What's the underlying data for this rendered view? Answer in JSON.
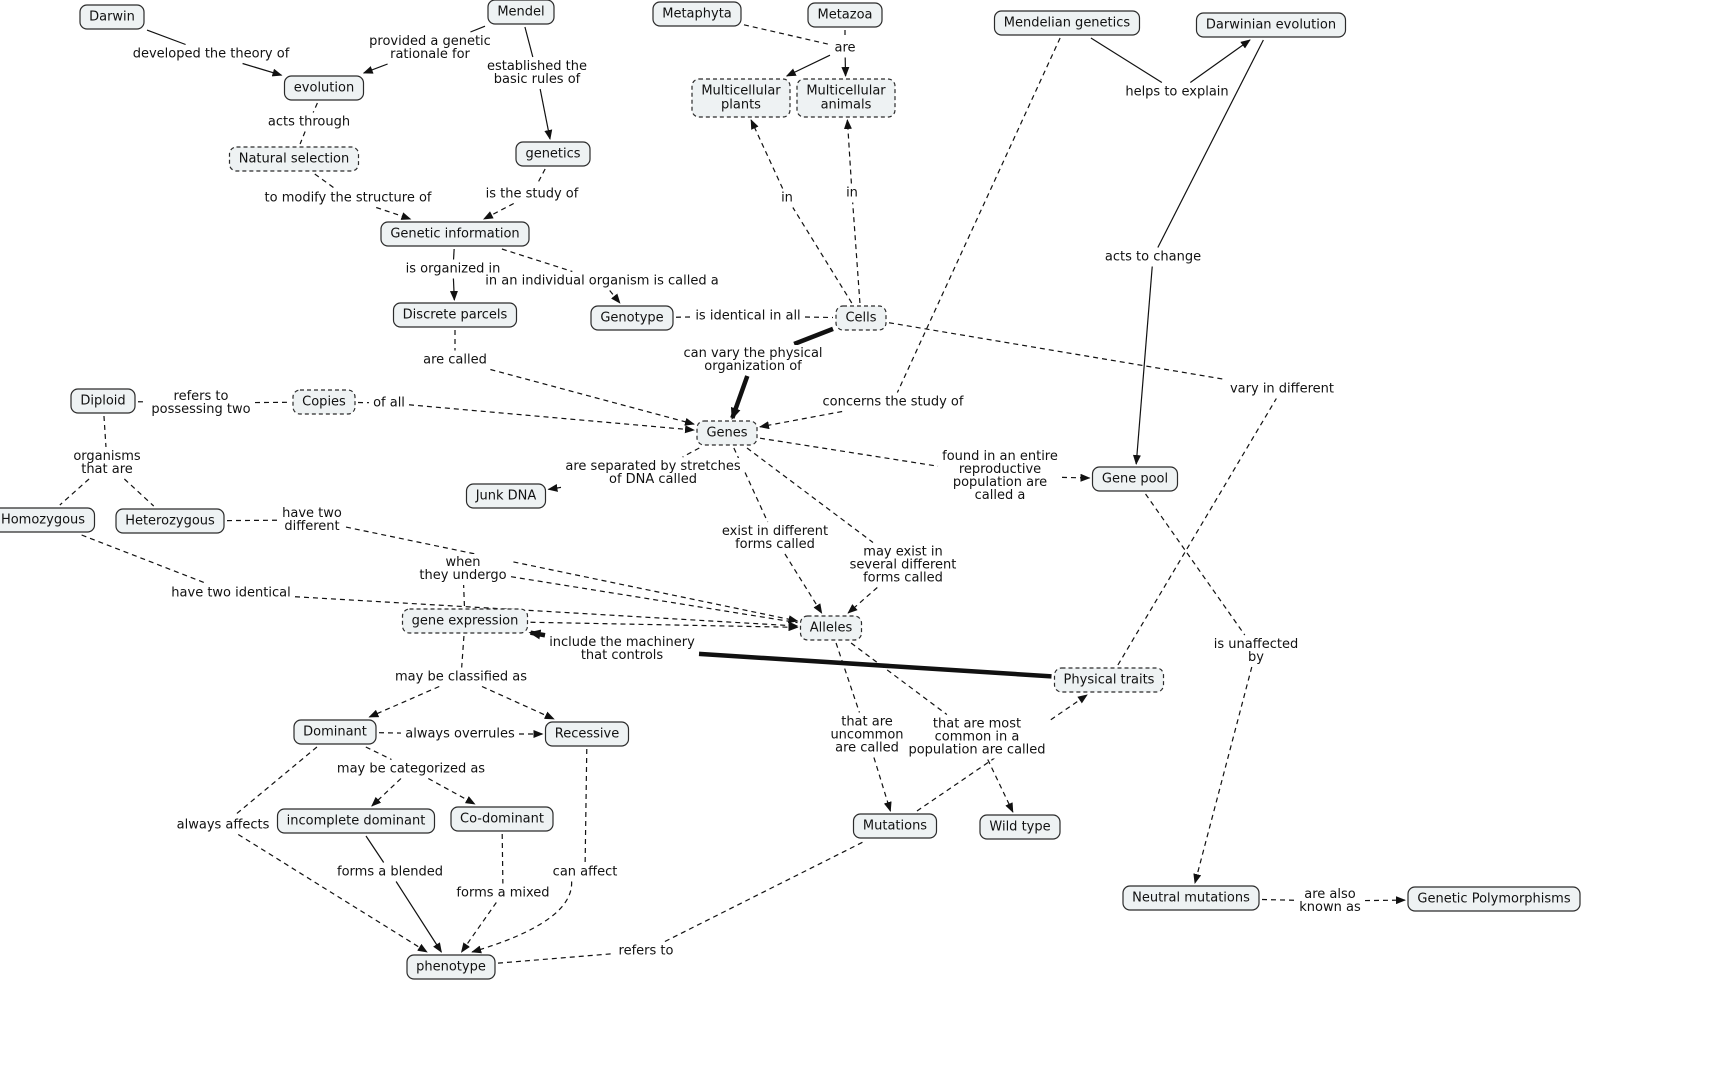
{
  "concept_map": {
    "nodes": [
      {
        "id": "darwin",
        "lines": [
          "Darwin"
        ]
      },
      {
        "id": "mendel",
        "lines": [
          "Mendel"
        ]
      },
      {
        "id": "metaphyta",
        "lines": [
          "Metaphyta"
        ]
      },
      {
        "id": "metazoa",
        "lines": [
          "Metazoa"
        ]
      },
      {
        "id": "mendelian",
        "lines": [
          "Mendelian genetics"
        ]
      },
      {
        "id": "darwinian",
        "lines": [
          "Darwinian evolution"
        ]
      },
      {
        "id": "evolution",
        "lines": [
          "evolution"
        ]
      },
      {
        "id": "multi_plants",
        "lines": [
          "Multicellular",
          "plants"
        ],
        "dashed": true
      },
      {
        "id": "multi_animals",
        "lines": [
          "Multicellular",
          "animals"
        ],
        "dashed": true
      },
      {
        "id": "natural_selection",
        "lines": [
          "Natural selection"
        ],
        "dashed": true
      },
      {
        "id": "genetics",
        "lines": [
          "genetics"
        ]
      },
      {
        "id": "genetic_info",
        "lines": [
          "Genetic information"
        ]
      },
      {
        "id": "discrete_parcels",
        "lines": [
          "Discrete parcels"
        ]
      },
      {
        "id": "genotype",
        "lines": [
          "Genotype"
        ]
      },
      {
        "id": "cells",
        "lines": [
          "Cells"
        ],
        "dashed": true
      },
      {
        "id": "diploid",
        "lines": [
          "Diploid"
        ]
      },
      {
        "id": "copies",
        "lines": [
          "Copies"
        ],
        "dashed": true
      },
      {
        "id": "genes",
        "lines": [
          "Genes"
        ],
        "dashed": true
      },
      {
        "id": "junk_dna",
        "lines": [
          "Junk DNA"
        ]
      },
      {
        "id": "gene_pool",
        "lines": [
          "Gene pool"
        ]
      },
      {
        "id": "homozygous",
        "lines": [
          "Homozygous"
        ]
      },
      {
        "id": "heterozygous",
        "lines": [
          "Heterozygous"
        ]
      },
      {
        "id": "gene_expression",
        "lines": [
          "gene expression"
        ],
        "dashed": true
      },
      {
        "id": "alleles",
        "lines": [
          "Alleles"
        ],
        "dashed": true
      },
      {
        "id": "physical_traits",
        "lines": [
          "Physical traits"
        ],
        "dashed": true
      },
      {
        "id": "dominant",
        "lines": [
          "Dominant"
        ]
      },
      {
        "id": "recessive",
        "lines": [
          "Recessive"
        ]
      },
      {
        "id": "incomplete_dominant",
        "lines": [
          "incomplete dominant"
        ]
      },
      {
        "id": "codominant",
        "lines": [
          "Co-dominant"
        ]
      },
      {
        "id": "mutations",
        "lines": [
          "Mutations"
        ]
      },
      {
        "id": "wild_type",
        "lines": [
          "Wild type"
        ]
      },
      {
        "id": "neutral_mutations",
        "lines": [
          "Neutral mutations"
        ]
      },
      {
        "id": "genetic_polymorphisms",
        "lines": [
          "Genetic Polymorphisms"
        ]
      },
      {
        "id": "phenotype",
        "lines": [
          "phenotype"
        ]
      }
    ],
    "link_labels": [
      {
        "id": "developed_theory",
        "lines": [
          "developed the theory of"
        ]
      },
      {
        "id": "provided_rationale",
        "lines": [
          "provided a genetic",
          "rationale for"
        ]
      },
      {
        "id": "established_rules",
        "lines": [
          "established the",
          "basic rules of"
        ]
      },
      {
        "id": "are",
        "lines": [
          "are"
        ]
      },
      {
        "id": "helps_explain",
        "lines": [
          "helps to explain"
        ]
      },
      {
        "id": "acts_through",
        "lines": [
          "acts through"
        ]
      },
      {
        "id": "in_plants",
        "lines": [
          "in"
        ]
      },
      {
        "id": "in_animals",
        "lines": [
          "in"
        ]
      },
      {
        "id": "to_modify",
        "lines": [
          "to modify the structure of"
        ]
      },
      {
        "id": "is_study_of",
        "lines": [
          "is the study of"
        ]
      },
      {
        "id": "acts_to_change",
        "lines": [
          "acts to change"
        ]
      },
      {
        "id": "is_organized_in",
        "lines": [
          "is organized in"
        ]
      },
      {
        "id": "in_individual",
        "lines": [
          "in an individual organism is called a"
        ]
      },
      {
        "id": "is_identical",
        "lines": [
          "is identical in all"
        ]
      },
      {
        "id": "are_called",
        "lines": [
          "are called"
        ]
      },
      {
        "id": "can_vary",
        "lines": [
          "can vary the physical",
          "organization of"
        ]
      },
      {
        "id": "concerns_study",
        "lines": [
          "concerns the study of"
        ]
      },
      {
        "id": "vary_in_different",
        "lines": [
          "vary in different"
        ]
      },
      {
        "id": "refers_possessing",
        "lines": [
          "refers to",
          "possessing two"
        ]
      },
      {
        "id": "of_all",
        "lines": [
          "of all"
        ]
      },
      {
        "id": "organisms_that_are",
        "lines": [
          "organisms",
          "that are"
        ]
      },
      {
        "id": "separated_by",
        "lines": [
          "are separated by stretches",
          "of DNA called"
        ]
      },
      {
        "id": "found_in_population",
        "lines": [
          "found in an entire",
          "reproductive",
          "population are",
          "called a"
        ]
      },
      {
        "id": "have_two_different",
        "lines": [
          "have two",
          "different"
        ]
      },
      {
        "id": "exist_different",
        "lines": [
          "exist in different",
          "forms called"
        ]
      },
      {
        "id": "may_exist_several",
        "lines": [
          "may exist in",
          "several different",
          "forms called"
        ]
      },
      {
        "id": "when_undergo",
        "lines": [
          "when",
          "they undergo"
        ]
      },
      {
        "id": "have_two_identical",
        "lines": [
          "have two identical"
        ]
      },
      {
        "id": "is_unaffected",
        "lines": [
          "is unaffected",
          "by"
        ]
      },
      {
        "id": "include_machinery",
        "lines": [
          "include the machinery",
          "that controls"
        ]
      },
      {
        "id": "may_be_classified",
        "lines": [
          "may be classified as"
        ]
      },
      {
        "id": "uncommon",
        "lines": [
          "that are",
          "uncommon",
          "are called"
        ]
      },
      {
        "id": "most_common",
        "lines": [
          "that are most",
          "common in a",
          "population are called"
        ]
      },
      {
        "id": "always_overrules",
        "lines": [
          "always overrules"
        ]
      },
      {
        "id": "may_be_categorized",
        "lines": [
          "may be categorized as"
        ]
      },
      {
        "id": "always_affects",
        "lines": [
          "always affects"
        ]
      },
      {
        "id": "forms_blended",
        "lines": [
          "forms a blended"
        ]
      },
      {
        "id": "forms_mixed",
        "lines": [
          "forms a mixed"
        ]
      },
      {
        "id": "can_affect",
        "lines": [
          "can affect"
        ]
      },
      {
        "id": "are_also_known",
        "lines": [
          "are also",
          "known as"
        ]
      },
      {
        "id": "refers_to",
        "lines": [
          "refers to"
        ]
      }
    ],
    "links": [
      {
        "from": "darwin",
        "to": "developed_theory"
      },
      {
        "from": "developed_theory",
        "to": "evolution",
        "arrow": true
      },
      {
        "from": "mendel",
        "to": "provided_rationale"
      },
      {
        "from": "provided_rationale",
        "to": "evolution",
        "arrow": true
      },
      {
        "from": "mendel",
        "to": "established_rules"
      },
      {
        "from": "established_rules",
        "to": "genetics",
        "arrow": true
      },
      {
        "from": "metaphyta",
        "to": "are",
        "dashed": true
      },
      {
        "from": "metazoa",
        "to": "are",
        "dashed": true
      },
      {
        "from": "are",
        "to": "multi_plants",
        "arrow": true
      },
      {
        "from": "are",
        "to": "multi_animals",
        "arrow": true
      },
      {
        "from": "mendelian",
        "to": "helps_explain"
      },
      {
        "from": "helps_explain",
        "to": "darwinian",
        "arrow": true
      },
      {
        "from": "evolution",
        "to": "acts_through",
        "dashed": true
      },
      {
        "from": "acts_through",
        "to": "natural_selection",
        "dashed": true
      },
      {
        "from": "natural_selection",
        "to": "to_modify",
        "dashed": true
      },
      {
        "from": "to_modify",
        "to": "genetic_info",
        "dashed": true,
        "arrow": true
      },
      {
        "from": "genetics",
        "to": "is_study_of",
        "dashed": true
      },
      {
        "from": "is_study_of",
        "to": "genetic_info",
        "dashed": true,
        "arrow": true
      },
      {
        "from": "cells",
        "to": "in_plants",
        "dashed": true
      },
      {
        "from": "in_plants",
        "to": "multi_plants",
        "dashed": true,
        "arrow": true
      },
      {
        "from": "cells",
        "to": "in_animals",
        "dashed": true
      },
      {
        "from": "in_animals",
        "to": "multi_animals",
        "dashed": true,
        "arrow": true
      },
      {
        "from": "darwinian",
        "to": "acts_to_change"
      },
      {
        "from": "acts_to_change",
        "to": "gene_pool",
        "arrow": true
      },
      {
        "from": "genetic_info",
        "to": "is_organized_in"
      },
      {
        "from": "is_organized_in",
        "to": "discrete_parcels",
        "arrow": true
      },
      {
        "from": "genetic_info",
        "to": "in_individual",
        "dashed": true
      },
      {
        "from": "in_individual",
        "to": "genotype",
        "dashed": true,
        "arrow": true
      },
      {
        "from": "genotype",
        "to": "is_identical",
        "dashed": true
      },
      {
        "from": "is_identical",
        "to": "cells",
        "dashed": true
      },
      {
        "from": "discrete_parcels",
        "to": "are_called",
        "dashed": true
      },
      {
        "from": "are_called",
        "to": "genes",
        "dashed": true,
        "arrow": true
      },
      {
        "from": "cells",
        "to": "can_vary",
        "thick": true
      },
      {
        "from": "can_vary",
        "to": "genes",
        "thick": true,
        "arrow": true
      },
      {
        "from": "mendelian",
        "to": "concerns_study",
        "dashed": true
      },
      {
        "from": "concerns_study",
        "to": "genes",
        "dashed": true,
        "arrow": true
      },
      {
        "from": "cells",
        "to": "vary_in_different",
        "dashed": true
      },
      {
        "from": "physical_traits",
        "to": "vary_in_different",
        "dashed": true
      },
      {
        "from": "diploid",
        "to": "refers_possessing",
        "dashed": true
      },
      {
        "from": "refers_possessing",
        "to": "copies",
        "dashed": true
      },
      {
        "from": "copies",
        "to": "of_all",
        "dashed": true
      },
      {
        "from": "of_all",
        "to": "genes",
        "dashed": true,
        "arrow": true
      },
      {
        "from": "diploid",
        "to": "organisms_that_are",
        "dashed": true
      },
      {
        "from": "organisms_that_are",
        "to": "homozygous",
        "dashed": true
      },
      {
        "from": "organisms_that_are",
        "to": "heterozygous",
        "dashed": true
      },
      {
        "from": "genes",
        "to": "separated_by",
        "dashed": true
      },
      {
        "from": "separated_by",
        "to": "junk_dna",
        "dashed": true,
        "arrow": true
      },
      {
        "from": "genes",
        "to": "found_in_population",
        "dashed": true
      },
      {
        "from": "found_in_population",
        "to": "gene_pool",
        "dashed": true,
        "arrow": true
      },
      {
        "from": "heterozygous",
        "to": "have_two_different",
        "dashed": true
      },
      {
        "from": "have_two_different",
        "to": "alleles",
        "dashed": true,
        "arrow": true
      },
      {
        "from": "genes",
        "to": "exist_different",
        "dashed": true
      },
      {
        "from": "exist_different",
        "to": "alleles",
        "dashed": true,
        "arrow": true
      },
      {
        "from": "genes",
        "to": "may_exist_several",
        "dashed": true
      },
      {
        "from": "may_exist_several",
        "to": "alleles",
        "dashed": true,
        "arrow": true
      },
      {
        "from": "gene_expression",
        "to": "when_undergo",
        "dashed": true
      },
      {
        "from": "when_undergo",
        "to": "alleles",
        "dashed": true
      },
      {
        "from": "homozygous",
        "to": "have_two_identical",
        "dashed": true
      },
      {
        "from": "have_two_identical",
        "to": "alleles",
        "dashed": true,
        "arrow": true
      },
      {
        "from": "gene_expression",
        "to": "alleles",
        "dashed": true,
        "arrow": true
      },
      {
        "from": "gene_pool",
        "to": "is_unaffected",
        "dashed": true
      },
      {
        "from": "is_unaffected",
        "to": "neutral_mutations",
        "dashed": true,
        "arrow": true
      },
      {
        "from": "physical_traits",
        "to": "include_machinery",
        "thick": true
      },
      {
        "from": "include_machinery",
        "to": "gene_expression",
        "thick": true,
        "arrow": true
      },
      {
        "from": "gene_expression",
        "to": "may_be_classified",
        "dashed": true
      },
      {
        "from": "may_be_classified",
        "to": "dominant",
        "dashed": true,
        "arrow": true
      },
      {
        "from": "may_be_classified",
        "to": "recessive",
        "dashed": true,
        "arrow": true
      },
      {
        "from": "alleles",
        "to": "uncommon",
        "dashed": true
      },
      {
        "from": "uncommon",
        "to": "mutations",
        "dashed": true,
        "arrow": true
      },
      {
        "from": "alleles",
        "to": "most_common",
        "dashed": true
      },
      {
        "from": "most_common",
        "to": "wild_type",
        "dashed": true,
        "arrow": true
      },
      {
        "from": "mutations",
        "to": "physical_traits",
        "dashed": true,
        "arrow": true
      },
      {
        "from": "dominant",
        "to": "always_overrules",
        "dashed": true
      },
      {
        "from": "always_overrules",
        "to": "recessive",
        "dashed": true,
        "arrow": true
      },
      {
        "from": "dominant",
        "to": "may_be_categorized",
        "dashed": true
      },
      {
        "from": "may_be_categorized",
        "to": "incomplete_dominant",
        "dashed": true,
        "arrow": true
      },
      {
        "from": "may_be_categorized",
        "to": "codominant",
        "dashed": true,
        "arrow": true
      },
      {
        "from": "dominant",
        "to": "always_affects",
        "dashed": true
      },
      {
        "from": "always_affects",
        "to": "phenotype",
        "dashed": true,
        "arrow": true
      },
      {
        "from": "incomplete_dominant",
        "to": "forms_blended"
      },
      {
        "from": "forms_blended",
        "to": "phenotype",
        "arrow": true
      },
      {
        "from": "codominant",
        "to": "forms_mixed",
        "dashed": true
      },
      {
        "from": "forms_mixed",
        "to": "phenotype",
        "dashed": true,
        "arrow": true
      },
      {
        "from": "recessive",
        "to": "can_affect",
        "dashed": true
      },
      {
        "from": "can_affect",
        "to": "phenotype",
        "dashed": true,
        "arrow": true,
        "curve": true
      },
      {
        "from": "neutral_mutations",
        "to": "are_also_known",
        "dashed": true
      },
      {
        "from": "are_also_known",
        "to": "genetic_polymorphisms",
        "dashed": true,
        "arrow": true
      },
      {
        "from": "phenotype",
        "to": "refers_to",
        "dashed": true
      },
      {
        "from": "refers_to",
        "to": "mutations",
        "dashed": true
      }
    ]
  }
}
